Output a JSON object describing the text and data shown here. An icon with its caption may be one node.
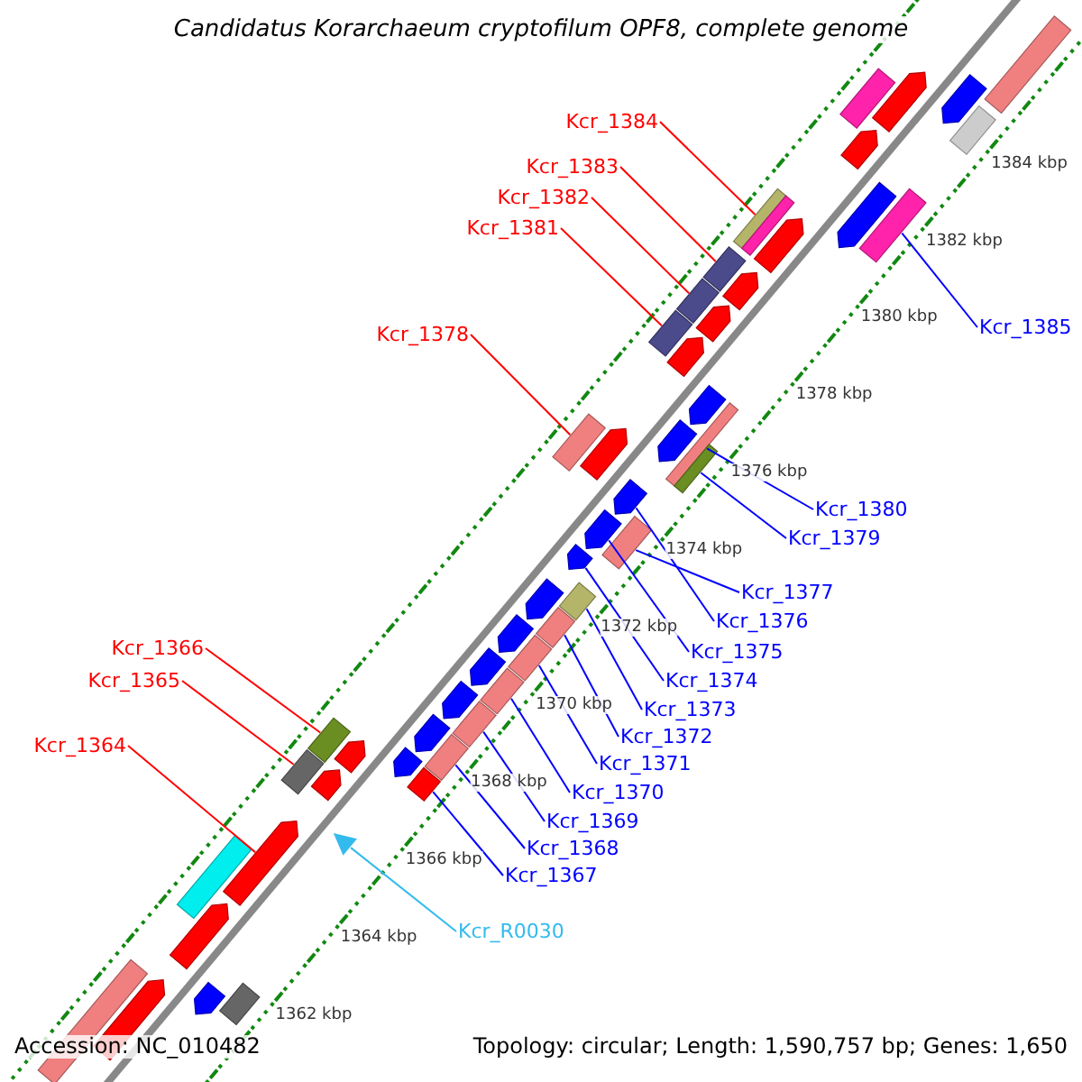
{
  "diagram": {
    "title": "Candidatus Korarchaeum cryptofilum OPF8, complete genome",
    "nodes": [
      {
        "text": [
          "Kcr_1384"
        ]
      },
      {
        "text": [],
        "shape": "bar"
      },
      {
        "text": [
          "Kcr_1383"
        ]
      },
      {
        "text": [],
        "shape": "bar"
      },
      {
        "text": [
          "Kcr_1382"
        ]
      },
      {
        "text": [],
        "shape": "bar"
      },
      {
        "text": [
          "Kcr_1381"
        ]
      },
      {
        "text": [],
        "shape": "bar"
      },
      {
        "text": [
          "Kcr_1385"
        ]
      },
      {
        "text": [],
        "shape": "bar"
      },
      {
        "text": [
          "Kcr_1378"
        ]
      },
      {
        "text": [],
        "shape": "bar"
      },
      {
        "text": [
          "Kcr_1380"
        ]
      },
      {
        "text": [],
        "shape": "bar"
      },
      {
        "text": [
          "Kcr_1379"
        ]
      },
      {
        "text": [],
        "shape": "bar"
      },
      {
        "text": [
          "Kcr_1377"
        ]
      },
      {
        "text": [],
        "shape": "bar"
      },
      {
        "text": [
          "Kcr_1376"
        ]
      },
      {
        "text": [],
        "shape": "bar"
      },
      {
        "text": [
          "Kcr_1375"
        ]
      },
      {
        "text": [],
        "shape": "bar"
      },
      {
        "text": [
          "Kcr_1366"
        ]
      },
      {
        "text": [],
        "shape": "bar"
      },
      {
        "text": [
          "Kcr_1374"
        ]
      },
      {
        "text": [],
        "shape": "bar"
      },
      {
        "text": [
          "Kcr_1365"
        ]
      },
      {
        "text": [],
        "shape": "bar"
      },
      {
        "text": [
          "Kcr_1373"
        ]
      },
      {
        "text": [],
        "shape": "bar"
      },
      {
        "text": [
          "Kcr_1372"
        ]
      },
      {
        "text": [],
        "shape": "bar"
      },
      {
        "text": [
          "Kcr_1364"
        ]
      },
      {
        "text": [],
        "shape": "bar"
      },
      {
        "text": [
          "Kcr_1371"
        ]
      },
      {
        "text": [],
        "shape": "bar"
      },
      {
        "text": [
          "Kcr_1370"
        ]
      },
      {
        "text": [],
        "shape": "bar"
      },
      {
        "text": [
          "Kcr_1369"
        ]
      },
      {
        "text": [],
        "shape": "bar"
      },
      {
        "text": [
          "Kcr_1368"
        ]
      },
      {
        "text": [],
        "shape": "bar"
      },
      {
        "text": [
          "Kcr_1367"
        ]
      },
      {
        "text": [],
        "shape": "bar"
      },
      {
        "text": [
          "Kcr_R0030"
        ]
      },
      {
        "text": [],
        "shape": "triangle"
      },
      {
        "text": [],
        "shape": "bar"
      },
      {
        "text": [],
        "shape": "bar"
      },
      {
        "text": [],
        "shape": "bar"
      },
      {
        "text": [],
        "shape": "bar"
      },
      {
        "text": [],
        "shape": "bar"
      },
      {
        "text": [],
        "shape": "bar"
      },
      {
        "text": [],
        "shape": "bar"
      },
      {
        "text": [],
        "shape": "bar"
      },
      {
        "text": [],
        "shape": "bar"
      },
      {
        "text": [],
        "shape": "bar"
      },
      {
        "text": [],
        "shape": "bar"
      },
      {
        "text": [],
        "shape": "bar"
      },
      {
        "text": [],
        "shape": "bar"
      },
      {
        "text": [],
        "shape": "bar"
      },
      {
        "text": [],
        "shape": "bar"
      },
      {
        "text": [],
        "shape": "bar"
      },
      {
        "text": [],
        "shape": "bar"
      },
      {
        "text": [],
        "shape": "bar"
      },
      {
        "text": [],
        "shape": "bar"
      },
      {
        "text": [],
        "shape": "bar"
      },
      {
        "text": [],
        "shape": "bar"
      },
      {
        "text": [],
        "shape": "bar"
      },
      {
        "text": [],
        "shape": "bar"
      },
      {
        "text": [],
        "shape": "bar"
      },
      {
        "text": [],
        "shape": "bar"
      },
      {
        "text": [],
        "shape": "bar"
      },
      {
        "text": [],
        "shape": "bar"
      },
      {
        "text": [],
        "shape": "bar"
      },
      {
        "text": [],
        "shape": "bar"
      }
    ],
    "edges": [
      {
        "from": 0,
        "to": 1,
        "arrow": "none",
        "color": "#ff0000"
      },
      {
        "from": 2,
        "to": 3,
        "arrow": "none",
        "color": "#ff0000"
      },
      {
        "from": 4,
        "to": 5,
        "arrow": "none",
        "color": "#ff0000"
      },
      {
        "from": 6,
        "to": 7,
        "arrow": "none",
        "color": "#ff0000"
      },
      {
        "from": 8,
        "to": 9,
        "arrow": "none"
      },
      {
        "from": 10,
        "to": 11,
        "arrow": "none",
        "color": "#ff0000"
      },
      {
        "from": 12,
        "to": 13,
        "arrow": "none"
      },
      {
        "from": 14,
        "to": 15,
        "arrow": "none"
      },
      {
        "from": 16,
        "to": 17,
        "arrow": "none"
      },
      {
        "from": 18,
        "to": 19,
        "arrow": "none"
      },
      {
        "from": 20,
        "to": 21,
        "arrow": "none"
      },
      {
        "from": 22,
        "to": 23,
        "arrow": "none",
        "color": "#ff0000"
      },
      {
        "from": 24,
        "to": 25,
        "arrow": "none"
      },
      {
        "from": 26,
        "to": 27,
        "arrow": "none",
        "color": "#ff0000"
      },
      {
        "from": 28,
        "to": 29,
        "arrow": "none"
      },
      {
        "from": 30,
        "to": 31,
        "arrow": "none"
      },
      {
        "from": 32,
        "to": 33,
        "arrow": "none",
        "color": "#ff0000"
      },
      {
        "from": 34,
        "to": 35,
        "arrow": "none"
      },
      {
        "from": 36,
        "to": 37,
        "arrow": "none"
      },
      {
        "from": 38,
        "to": 39,
        "arrow": "none"
      },
      {
        "from": 40,
        "to": 41,
        "arrow": "none"
      },
      {
        "from": 42,
        "to": 43,
        "arrow": "none"
      },
      {
        "from": 44,
        "to": 45,
        "arrow": "none",
        "color": "#33bbee"
      }
    ],
    "labels": [
      "1384 kbp",
      "1382 kbp",
      "1380 kbp",
      "1378 kbp",
      "1376 kbp",
      "1374 kbp",
      "1372 kbp",
      "1370 kbp",
      "1368 kbp",
      "1366 kbp",
      "1364 kbp",
      "1362 kbp",
      "Accession: NC_010482",
      "Topology: circular; Length: 1,590,757 bp; Genes: 1,650"
    ]
  }
}
